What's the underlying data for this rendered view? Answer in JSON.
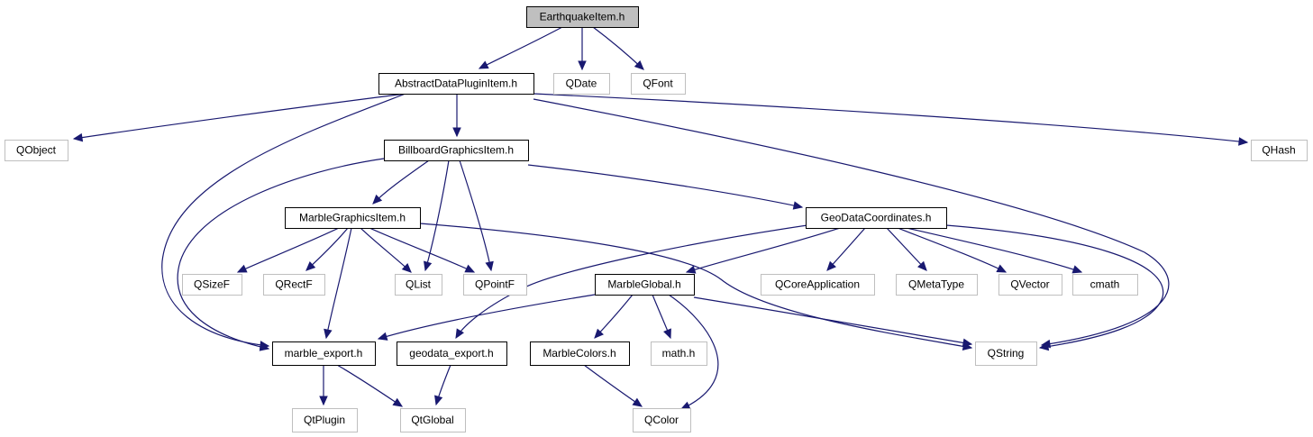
{
  "colors": {
    "edge": "#191970",
    "root_fill": "#bfbfbf",
    "documented_border": "#000000",
    "external_border": "#bfbfbf",
    "background": "#ffffff"
  },
  "nodes": [
    {
      "id": "earthquake_item_h",
      "label": "EarthquakeItem.h",
      "kind": "root"
    },
    {
      "id": "abstract_data_plugin_item_h",
      "label": "AbstractDataPluginItem.h",
      "kind": "documented"
    },
    {
      "id": "qdate",
      "label": "QDate",
      "kind": "external"
    },
    {
      "id": "qfont",
      "label": "QFont",
      "kind": "external"
    },
    {
      "id": "qobject",
      "label": "QObject",
      "kind": "external"
    },
    {
      "id": "billboard_graphics_item_h",
      "label": "BillboardGraphicsItem.h",
      "kind": "documented"
    },
    {
      "id": "qhash",
      "label": "QHash",
      "kind": "external"
    },
    {
      "id": "marble_graphics_item_h",
      "label": "MarbleGraphicsItem.h",
      "kind": "documented"
    },
    {
      "id": "geo_data_coordinates_h",
      "label": "GeoDataCoordinates.h",
      "kind": "documented"
    },
    {
      "id": "qsizef",
      "label": "QSizeF",
      "kind": "external"
    },
    {
      "id": "qrectf",
      "label": "QRectF",
      "kind": "external"
    },
    {
      "id": "qlist",
      "label": "QList",
      "kind": "external"
    },
    {
      "id": "qpointf",
      "label": "QPointF",
      "kind": "external"
    },
    {
      "id": "marble_global_h",
      "label": "MarbleGlobal.h",
      "kind": "documented"
    },
    {
      "id": "qcoreapplication",
      "label": "QCoreApplication",
      "kind": "external"
    },
    {
      "id": "qmetatype",
      "label": "QMetaType",
      "kind": "external"
    },
    {
      "id": "qvector",
      "label": "QVector",
      "kind": "external"
    },
    {
      "id": "cmath",
      "label": "cmath",
      "kind": "external"
    },
    {
      "id": "marble_export_h",
      "label": "marble_export.h",
      "kind": "documented"
    },
    {
      "id": "geodata_export_h",
      "label": "geodata_export.h",
      "kind": "documented"
    },
    {
      "id": "marble_colors_h",
      "label": "MarbleColors.h",
      "kind": "documented"
    },
    {
      "id": "math_h",
      "label": "math.h",
      "kind": "external"
    },
    {
      "id": "qstring",
      "label": "QString",
      "kind": "external"
    },
    {
      "id": "qtplugin",
      "label": "QtPlugin",
      "kind": "external"
    },
    {
      "id": "qtglobal",
      "label": "QtGlobal",
      "kind": "external"
    },
    {
      "id": "qcolor",
      "label": "QColor",
      "kind": "external"
    }
  ],
  "edges": [
    {
      "from": "earthquake_item_h",
      "to": "abstract_data_plugin_item_h"
    },
    {
      "from": "earthquake_item_h",
      "to": "qdate"
    },
    {
      "from": "earthquake_item_h",
      "to": "qfont"
    },
    {
      "from": "abstract_data_plugin_item_h",
      "to": "qobject"
    },
    {
      "from": "abstract_data_plugin_item_h",
      "to": "billboard_graphics_item_h"
    },
    {
      "from": "abstract_data_plugin_item_h",
      "to": "qhash"
    },
    {
      "from": "abstract_data_plugin_item_h",
      "to": "marble_export_h"
    },
    {
      "from": "abstract_data_plugin_item_h",
      "to": "qstring"
    },
    {
      "from": "billboard_graphics_item_h",
      "to": "marble_graphics_item_h"
    },
    {
      "from": "billboard_graphics_item_h",
      "to": "geo_data_coordinates_h"
    },
    {
      "from": "billboard_graphics_item_h",
      "to": "qlist"
    },
    {
      "from": "billboard_graphics_item_h",
      "to": "qpointf"
    },
    {
      "from": "billboard_graphics_item_h",
      "to": "marble_export_h"
    },
    {
      "from": "marble_graphics_item_h",
      "to": "qsizef"
    },
    {
      "from": "marble_graphics_item_h",
      "to": "qrectf"
    },
    {
      "from": "marble_graphics_item_h",
      "to": "qlist"
    },
    {
      "from": "marble_graphics_item_h",
      "to": "qpointf"
    },
    {
      "from": "marble_graphics_item_h",
      "to": "marble_export_h"
    },
    {
      "from": "marble_graphics_item_h",
      "to": "qstring"
    },
    {
      "from": "geo_data_coordinates_h",
      "to": "marble_global_h"
    },
    {
      "from": "geo_data_coordinates_h",
      "to": "qcoreapplication"
    },
    {
      "from": "geo_data_coordinates_h",
      "to": "qmetatype"
    },
    {
      "from": "geo_data_coordinates_h",
      "to": "qvector"
    },
    {
      "from": "geo_data_coordinates_h",
      "to": "cmath"
    },
    {
      "from": "geo_data_coordinates_h",
      "to": "geodata_export_h"
    },
    {
      "from": "geo_data_coordinates_h",
      "to": "qstring"
    },
    {
      "from": "marble_global_h",
      "to": "marble_export_h"
    },
    {
      "from": "marble_global_h",
      "to": "marble_colors_h"
    },
    {
      "from": "marble_global_h",
      "to": "math_h"
    },
    {
      "from": "marble_global_h",
      "to": "qcolor"
    },
    {
      "from": "marble_global_h",
      "to": "qstring"
    },
    {
      "from": "marble_export_h",
      "to": "qtplugin"
    },
    {
      "from": "marble_export_h",
      "to": "qtglobal"
    },
    {
      "from": "geodata_export_h",
      "to": "qtglobal"
    },
    {
      "from": "marble_colors_h",
      "to": "qcolor"
    }
  ]
}
